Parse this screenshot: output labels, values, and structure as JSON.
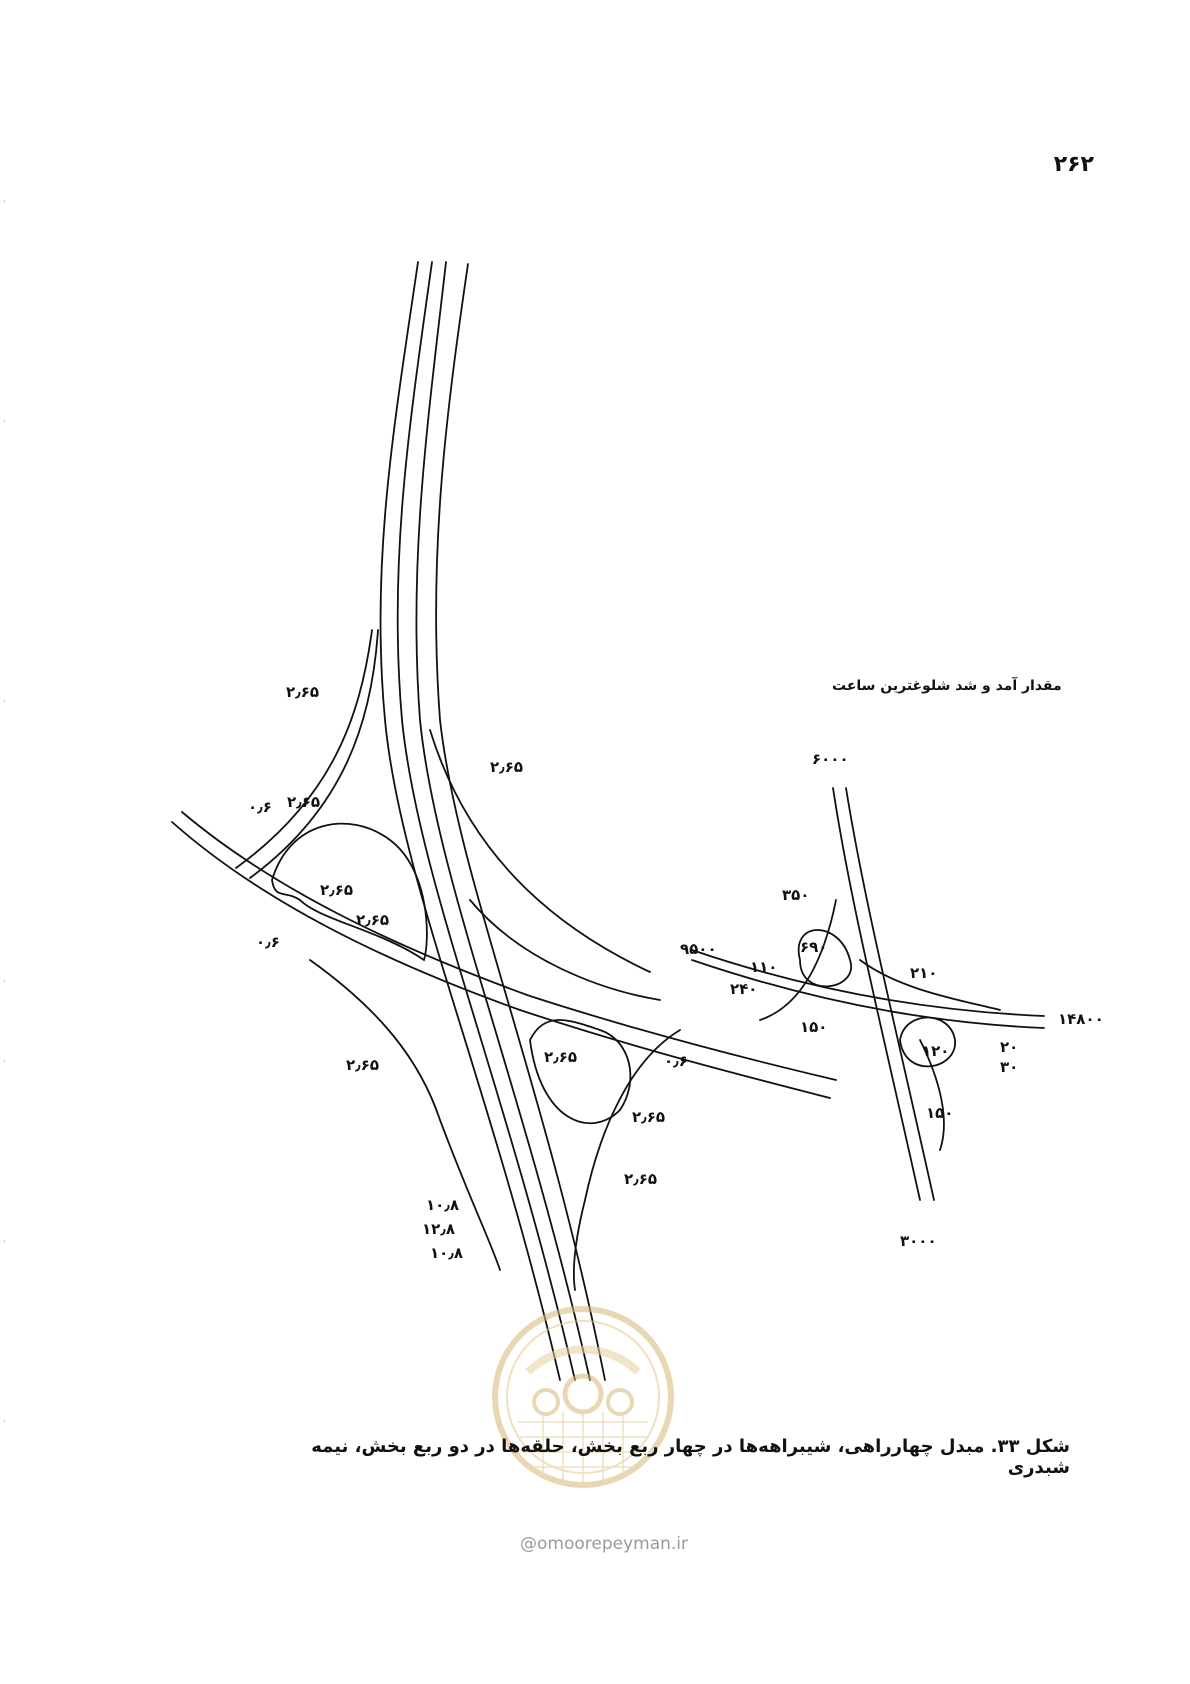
{
  "page": {
    "number": "۲۶۲"
  },
  "legend": {
    "title": "مقدار آمد و شد شلوغترین ساعت"
  },
  "figure_left": {
    "labels": [
      {
        "id": "ramp-nw",
        "text": "۲٫۶۵"
      },
      {
        "id": "ramp-ne",
        "text": "۲٫۶۵"
      },
      {
        "id": "loop-nw-a",
        "text": "۲٫۶۵"
      },
      {
        "id": "loop-nw-b",
        "text": "۲٫۶۵"
      },
      {
        "id": "loop-nw-c",
        "text": "۲٫۶۵"
      },
      {
        "id": "small-nw-1",
        "text": "۰٫۶"
      },
      {
        "id": "small-nw-2",
        "text": "۰٫۶"
      },
      {
        "id": "ramp-sw",
        "text": "۲٫۶۵"
      },
      {
        "id": "loop-se-a",
        "text": "۲٫۶۵"
      },
      {
        "id": "loop-se-b",
        "text": "۲٫۶۵"
      },
      {
        "id": "small-se",
        "text": "۰٫۶"
      },
      {
        "id": "ramp-se",
        "text": "۲٫۶۵"
      },
      {
        "id": "lane-1",
        "text": "۱۰٫۸"
      },
      {
        "id": "lane-2",
        "text": "۱۲٫۸"
      },
      {
        "id": "lane-3",
        "text": "۱۰٫۸"
      }
    ]
  },
  "figure_right": {
    "labels": [
      {
        "id": "north",
        "text": "۶۰۰۰"
      },
      {
        "id": "ramp-nw",
        "text": "۳۵۰"
      },
      {
        "id": "loop-nw",
        "text": "۶۹۰"
      },
      {
        "id": "west",
        "text": "۹۵۰۰"
      },
      {
        "id": "w-a",
        "text": "۱۱۰"
      },
      {
        "id": "w-b",
        "text": "۲۴۰"
      },
      {
        "id": "w-c",
        "text": "۱۵۰"
      },
      {
        "id": "ramp-ne",
        "text": "۲۱۰"
      },
      {
        "id": "east",
        "text": "۱۴۸۰۰"
      },
      {
        "id": "loop-se",
        "text": "۱۲۰"
      },
      {
        "id": "se-a",
        "text": "۲۰"
      },
      {
        "id": "se-b",
        "text": "۳۰"
      },
      {
        "id": "ramp-se",
        "text": "۱۵۰"
      },
      {
        "id": "south",
        "text": "۳۰۰۰"
      }
    ]
  },
  "caption": {
    "text": "شکل ۳۳. مبدل چهارراهی، شیبراهه‌ها در چهار ربع بخش، حلقه‌ها در دو ربع بخش، نیمه شبدری"
  },
  "watermark": {
    "website": "@omoorepeyman.ir"
  }
}
